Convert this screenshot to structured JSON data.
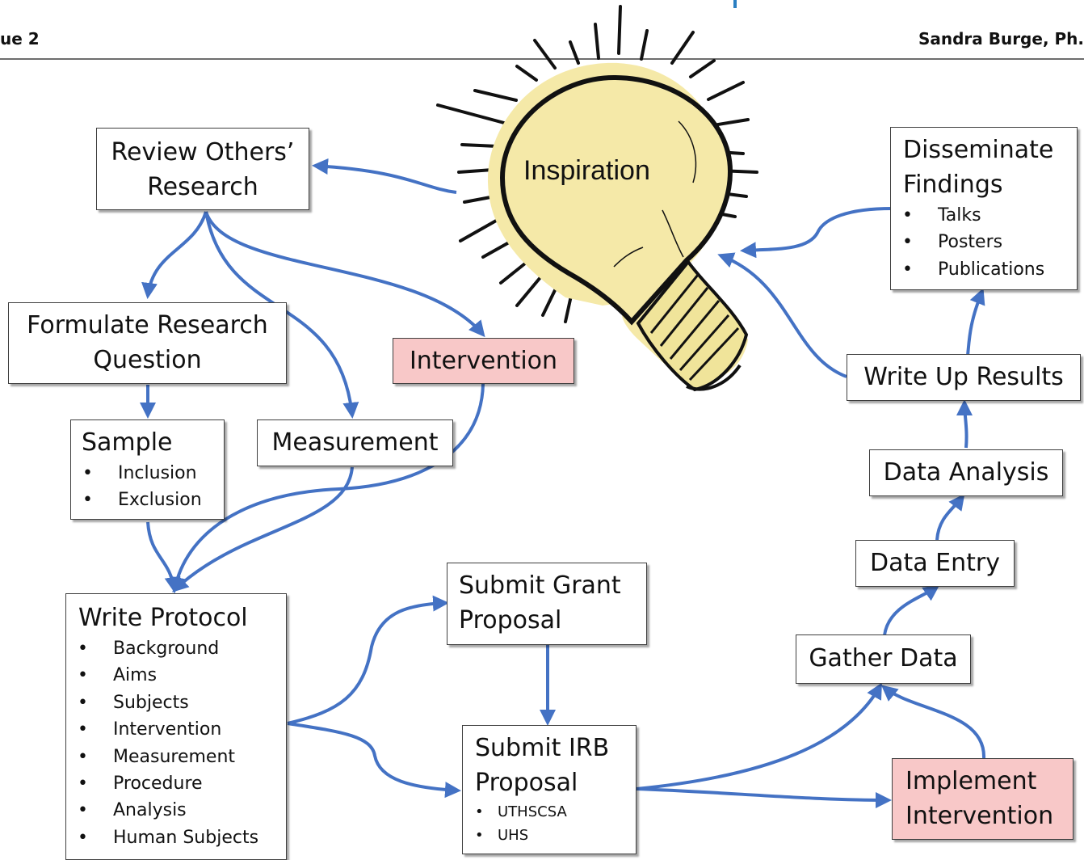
{
  "header": {
    "left": "ue 2",
    "right": "Sandra Burge, Ph."
  },
  "bulb_label": "Inspiration",
  "nodes": {
    "review": {
      "lines": [
        "Review Others’",
        "Research"
      ]
    },
    "formulate": {
      "lines": [
        "Formulate Research",
        "Question"
      ]
    },
    "intervention": {
      "text": "Intervention"
    },
    "sample": {
      "title": "Sample",
      "items": [
        "Inclusion",
        "Exclusion"
      ]
    },
    "measurement": {
      "text": "Measurement"
    },
    "write_protocol": {
      "title": "Write Protocol",
      "items": [
        "Background",
        "Aims",
        "Subjects",
        "Intervention",
        "Measurement",
        "Procedure",
        "Analysis",
        "Human Subjects"
      ]
    },
    "submit_grant": {
      "lines": [
        "Submit Grant",
        "Proposal"
      ]
    },
    "submit_irb": {
      "lines": [
        "Submit IRB",
        "Proposal"
      ],
      "items": [
        "UTHSCSA",
        "UHS"
      ]
    },
    "gather_data": {
      "text": "Gather Data"
    },
    "data_entry": {
      "text": "Data Entry"
    },
    "data_analysis": {
      "text": "Data Analysis"
    },
    "write_up": {
      "text": "Write Up Results"
    },
    "disseminate": {
      "lines": [
        "Disseminate",
        "Findings"
      ],
      "items": [
        "Talks",
        "Posters",
        "Publications"
      ]
    },
    "implement": {
      "lines": [
        "Implement",
        "Intervention"
      ]
    }
  },
  "colors": {
    "arrow": "#4472c4",
    "highlight_box": "#f8c8c8",
    "bulb_fill": "#f5e9a8"
  }
}
